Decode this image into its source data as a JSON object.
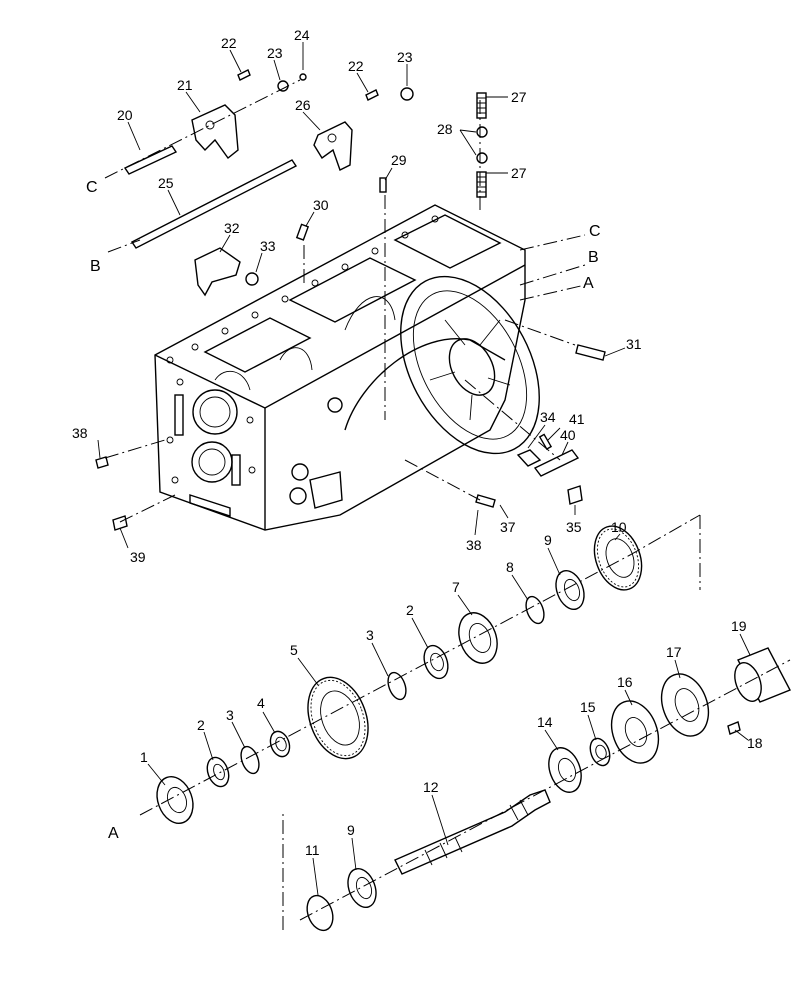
{
  "diagram": {
    "callouts": {
      "p1": "1",
      "p2a": "2",
      "p2b": "2",
      "p3a": "3",
      "p3b": "3",
      "p4": "4",
      "p5": "5",
      "p7": "7",
      "p8": "8",
      "p9a": "9",
      "p9b": "9",
      "p10": "10",
      "p11": "11",
      "p12": "12",
      "p14": "14",
      "p15": "15",
      "p16": "16",
      "p17": "17",
      "p18": "18",
      "p19": "19",
      "p20": "20",
      "p21": "21",
      "p22a": "22",
      "p22b": "22",
      "p23a": "23",
      "p23b": "23",
      "p24": "24",
      "p25": "25",
      "p26": "26",
      "p27a": "27",
      "p27b": "27",
      "p28": "28",
      "p29": "29",
      "p30": "30",
      "p31": "31",
      "p32": "32",
      "p33": "33",
      "p34": "34",
      "p35": "35",
      "p37": "37",
      "p38a": "38",
      "p38b": "38",
      "p39": "39",
      "p40": "40",
      "p41": "41"
    },
    "axis_letters": {
      "a_low": "A",
      "a_right": "A",
      "b_left": "B",
      "b_right": "B",
      "c_left": "C",
      "c_right": "C"
    }
  }
}
